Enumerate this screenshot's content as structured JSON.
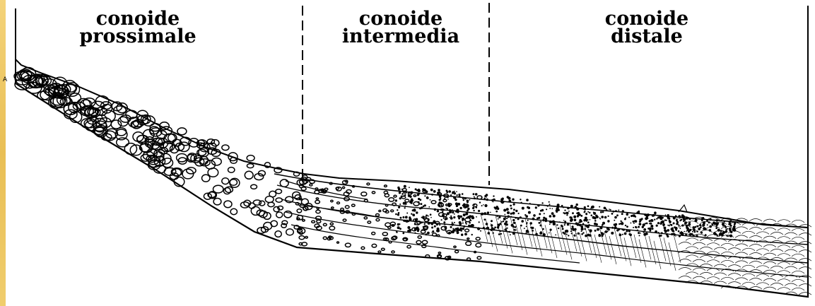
{
  "zones": [
    {
      "line1": "conoide",
      "line2": "prossimale"
    },
    {
      "line1": "conoide",
      "line2": "intermedia"
    },
    {
      "line1": "conoide",
      "line2": "distale"
    }
  ],
  "marker": "A",
  "colors": {
    "ink": "#000000",
    "paper": "#ffffff",
    "left_band": "#f0c862"
  }
}
